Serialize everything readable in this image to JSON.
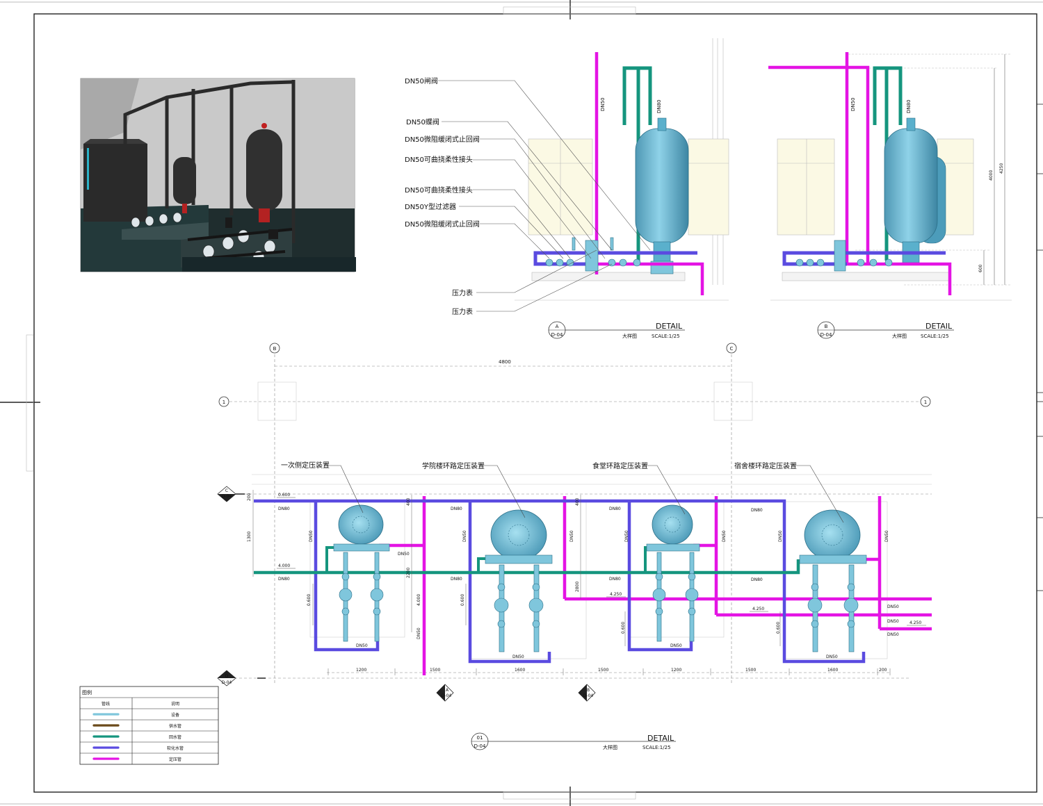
{
  "colors": {
    "equipment": "#7fc6dc",
    "supply": "#6b4a1a",
    "return": "#15957e",
    "soft_water": "#5a4be0",
    "pressure": "#e414e4",
    "frame": "#222222"
  },
  "detail_a": {
    "callouts": [
      "DN50闸阀",
      "DN50蝶阀",
      "DN50微阻缓闭式止回阀",
      "DN50可曲挠柔性接头",
      "DN50可曲挠柔性接头",
      "DN50Y型过滤器",
      "DN50微阻缓闭式止回阀",
      "压力表",
      "压力表"
    ],
    "pipe_labels": [
      "DN50",
      "DN80"
    ],
    "tag_top": "A",
    "tag_bottom": "D-04",
    "title": "DETAIL",
    "subtitle": "大样图",
    "scale": "SCALE:1/25"
  },
  "detail_b": {
    "pipe_labels": [
      "DN50",
      "DN80"
    ],
    "dims": [
      "4000",
      "4250",
      "600"
    ],
    "tag_top": "B",
    "tag_bottom": "D-04",
    "title": "DETAIL",
    "subtitle": "大样图",
    "scale": "SCALE:1/25"
  },
  "plan": {
    "grid_b": "B",
    "grid_c": "C",
    "grid_1_left": "1",
    "grid_1_right": "1",
    "overall_dim": "4800",
    "device_labels": [
      "一次侧定压装置",
      "学院楼环路定压装置",
      "食堂环路定压装置",
      "宿舍楼环路定压装置"
    ],
    "pipe_tags": {
      "dn80": "DN80",
      "dn50": "DN50"
    },
    "elevations": [
      "0.600",
      "4.000",
      "4.250",
      "4.250",
      "4.250"
    ],
    "vert_dims": [
      "200",
      "1300",
      "2200",
      "400",
      "400",
      "2800",
      "4.000",
      "0.600",
      "0.600",
      "0.600",
      "0.600"
    ],
    "bottom_dims": [
      "1200",
      "1500",
      "1600",
      "1500",
      "1200",
      "1500",
      "1600",
      "200"
    ],
    "section_c": {
      "top": "C",
      "bottom": "D-04"
    },
    "section_d": {
      "top": "D",
      "bottom": "D-04"
    },
    "section_a": {
      "top": "A",
      "bottom": "D-04"
    },
    "section_b": {
      "top": "B",
      "bottom": "D-04"
    },
    "tag_top": "01",
    "tag_bottom": "D-04",
    "title": "DETAIL",
    "subtitle": "大样图",
    "scale": "SCALE:1/25"
  },
  "legend": {
    "title": "图例",
    "col_pipe": "管线",
    "col_desc": "说明",
    "rows": [
      {
        "desc": "设备",
        "color": "#7fc6dc"
      },
      {
        "desc": "供水管",
        "color": "#6b4a1a"
      },
      {
        "desc": "回水管",
        "color": "#15957e"
      },
      {
        "desc": "软化水管",
        "color": "#5a4be0"
      },
      {
        "desc": "定压管",
        "color": "#e414e4"
      }
    ]
  }
}
